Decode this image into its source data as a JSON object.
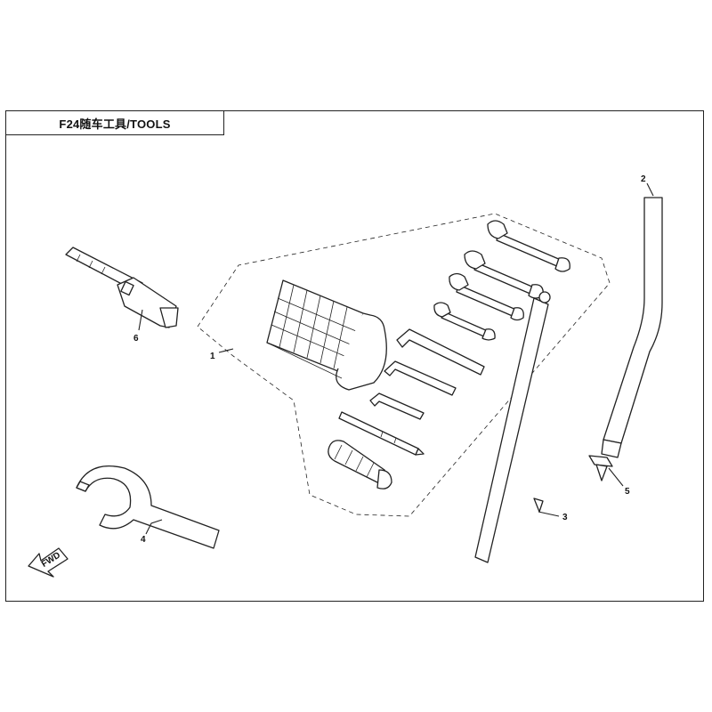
{
  "header": {
    "title": "F24随车工具/TOOLS"
  },
  "callouts": [
    {
      "id": "1",
      "label": "1"
    },
    {
      "id": "2",
      "label": "2"
    },
    {
      "id": "3",
      "label": "3"
    },
    {
      "id": "4",
      "label": "4"
    },
    {
      "id": "5",
      "label": "5"
    },
    {
      "id": "6",
      "label": "6"
    }
  ],
  "direction_marker": {
    "label": "FWD"
  },
  "colors": {
    "line": "#222222",
    "background": "#ffffff"
  }
}
